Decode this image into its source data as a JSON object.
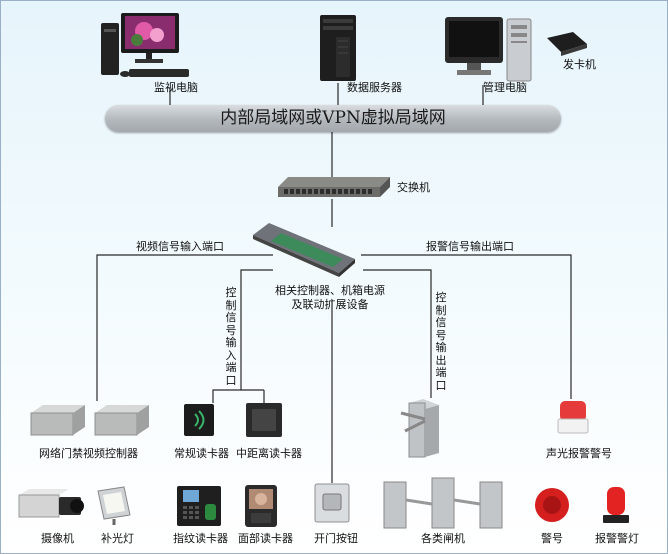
{
  "network_banner": "内部局域网或VPN虚拟局域网",
  "top_devices": {
    "monitor_pc": "监视电脑",
    "db_server": "数据服务器",
    "admin_pc": "管理电脑",
    "card_issuer": "发卡机"
  },
  "switch_label": "交换机",
  "controller_caption": "相关控制器、机箱电源及联动扩展设备",
  "ports": {
    "video_input": "视频信号输入端口",
    "alarm_output": "报警信号输出端口",
    "control_input": "控制信号输入端口",
    "control_output": "控制信号输出端口"
  },
  "mid_devices": {
    "network_video_controller": "网络门禁视频控制器",
    "standard_reader": "常规读卡器",
    "mid_range_reader": "中距离读卡器",
    "audio_visual_alarm": "声光报警警号"
  },
  "bottom_devices": {
    "camera": "摄像机",
    "fill_light": "补光灯",
    "fingerprint_reader": "指纹读卡器",
    "face_reader": "面部读卡器",
    "exit_button": "开门按钮",
    "gates": "各类闸机",
    "siren": "警号",
    "alarm_light": "报警警灯"
  }
}
